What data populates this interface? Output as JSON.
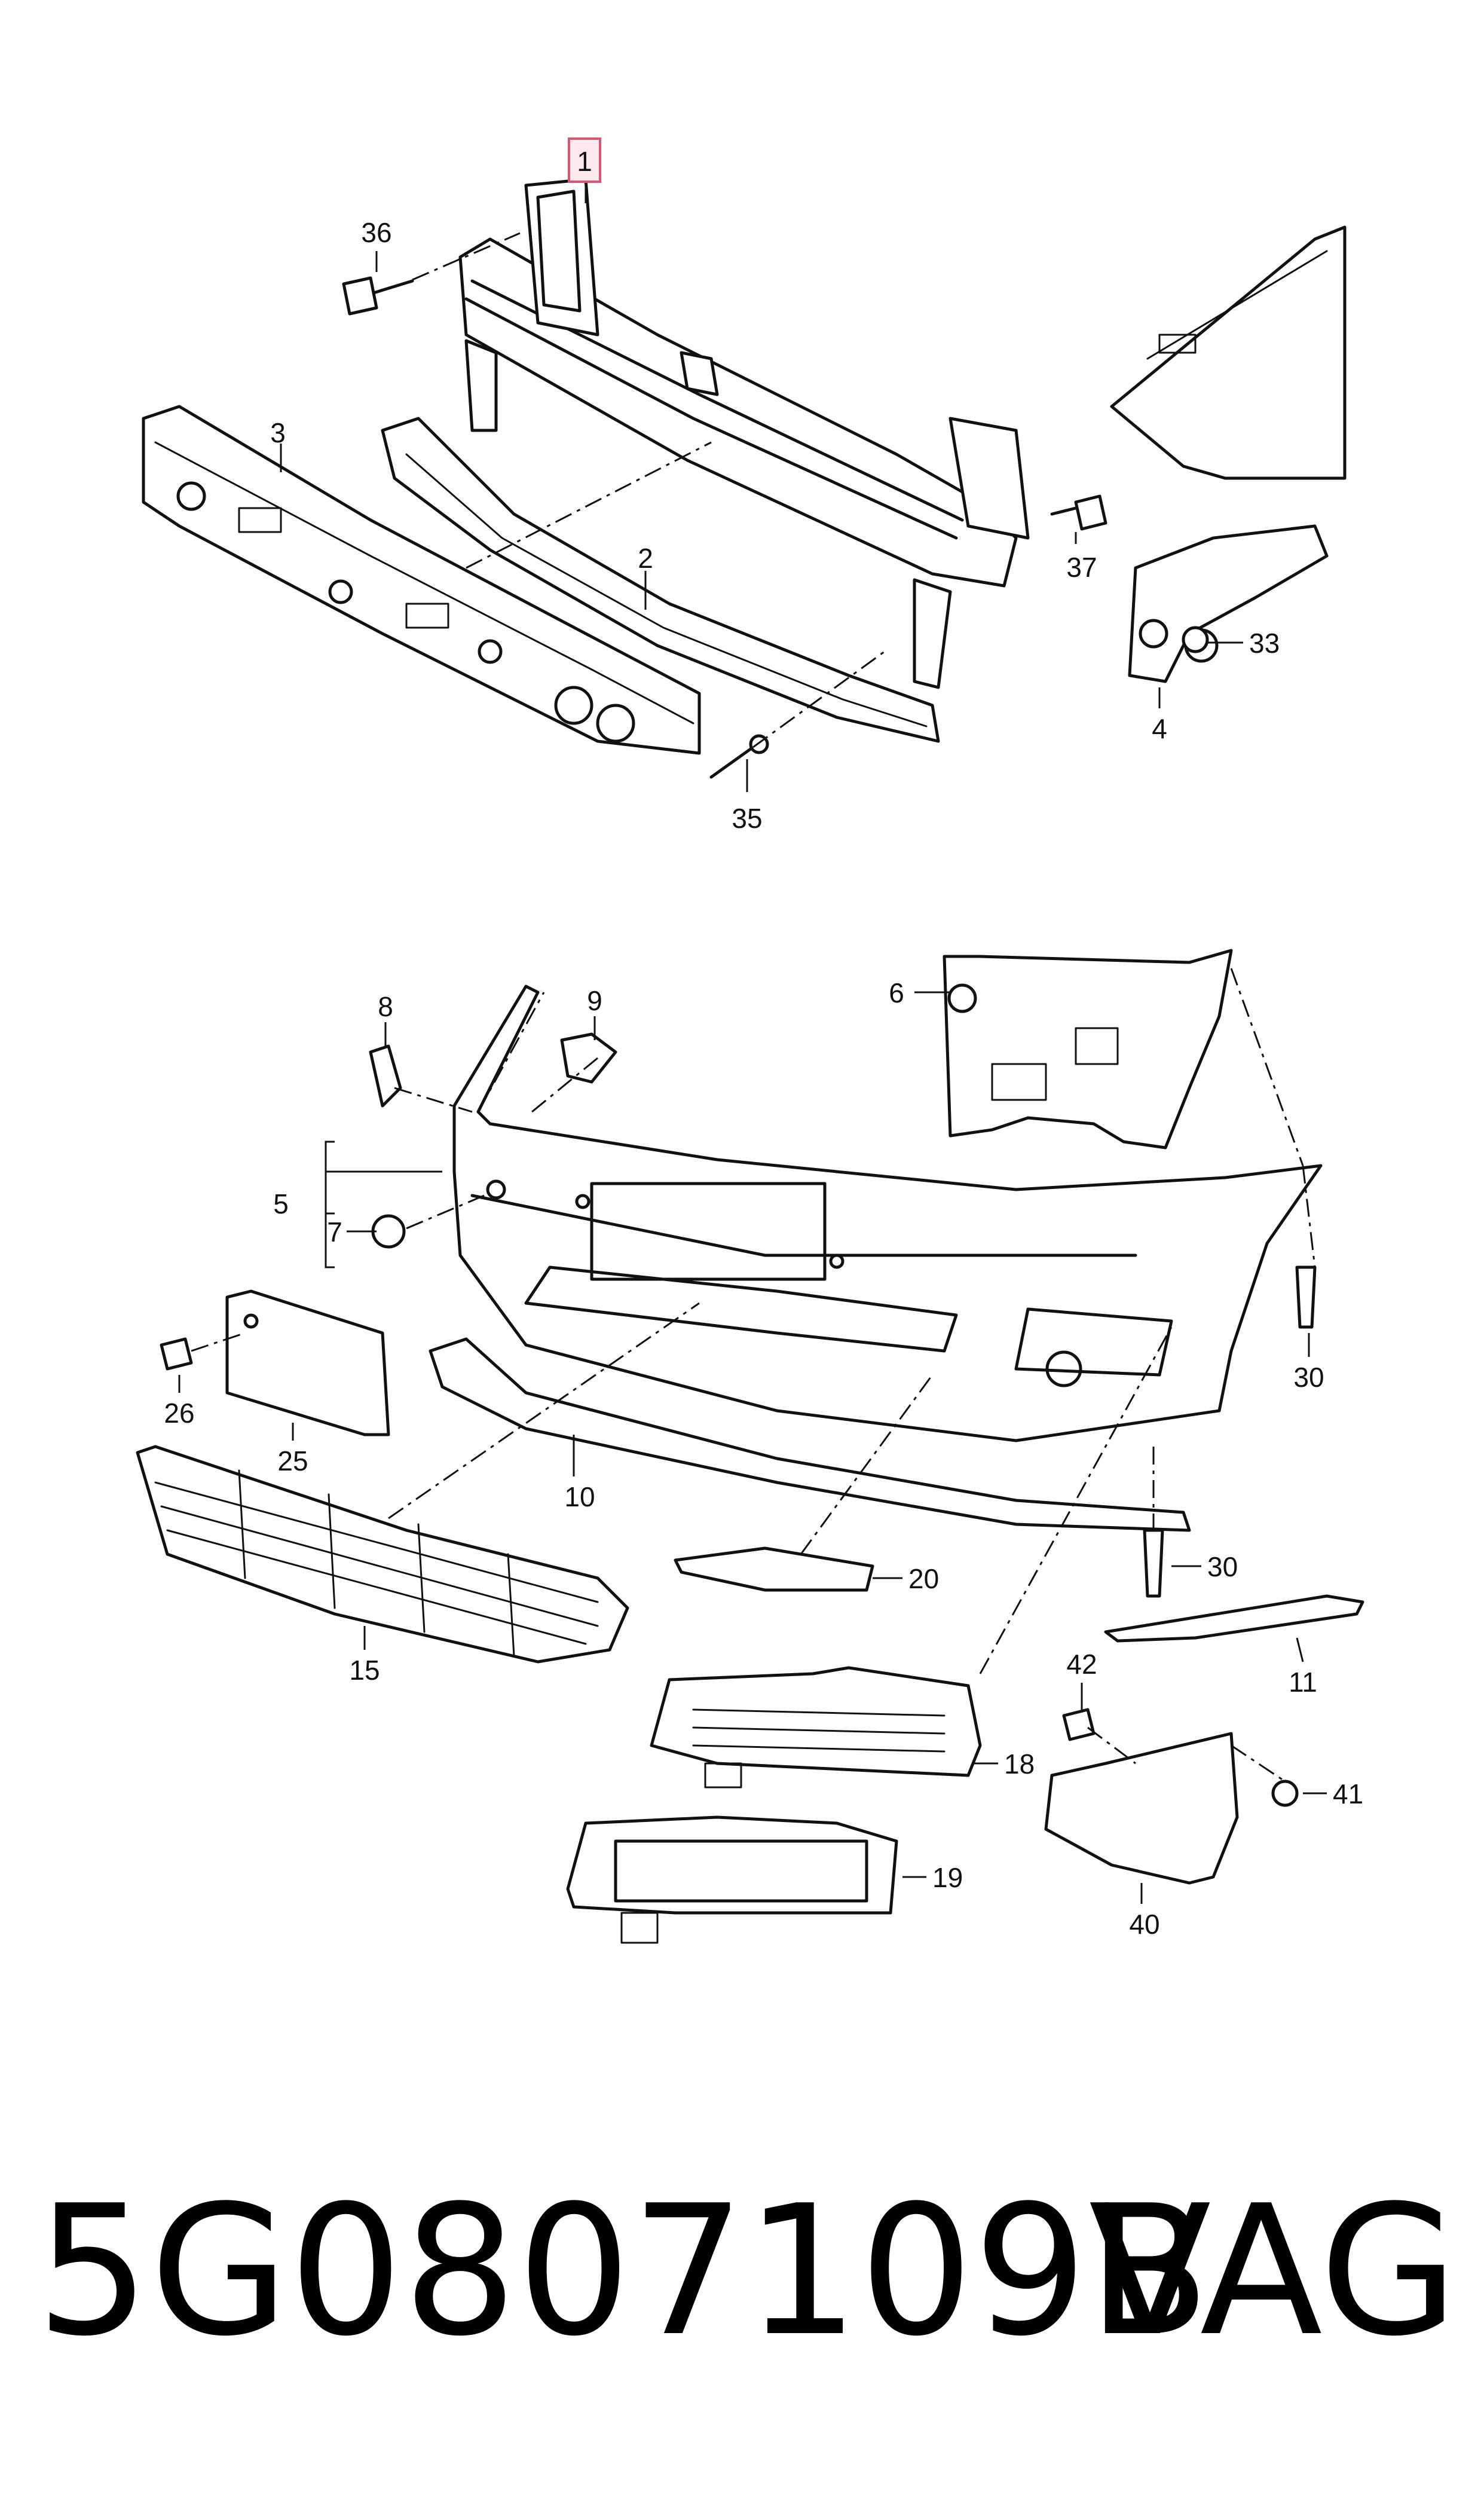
{
  "callouts": {
    "c1": "1",
    "c2": "2",
    "c3": "3",
    "c4": "4",
    "c5": "5",
    "c6": "6",
    "c7": "7",
    "c8": "8",
    "c9": "9",
    "c10": "10",
    "c11": "11",
    "c15": "15",
    "c18": "18",
    "c19": "19",
    "c20": "20",
    "c25": "25",
    "c26": "26",
    "c30a": "30",
    "c30b": "30",
    "c33": "33",
    "c35": "35",
    "c36": "36",
    "c37": "37",
    "c40": "40",
    "c41": "41",
    "c42": "42"
  },
  "highlighted_callout": "1",
  "footer": {
    "part_number": "5G0807109B",
    "brand": "VAG"
  },
  "colors": {
    "line": "#111111",
    "highlight_stroke": "#d9576e",
    "highlight_fill": "#fde9ee"
  }
}
